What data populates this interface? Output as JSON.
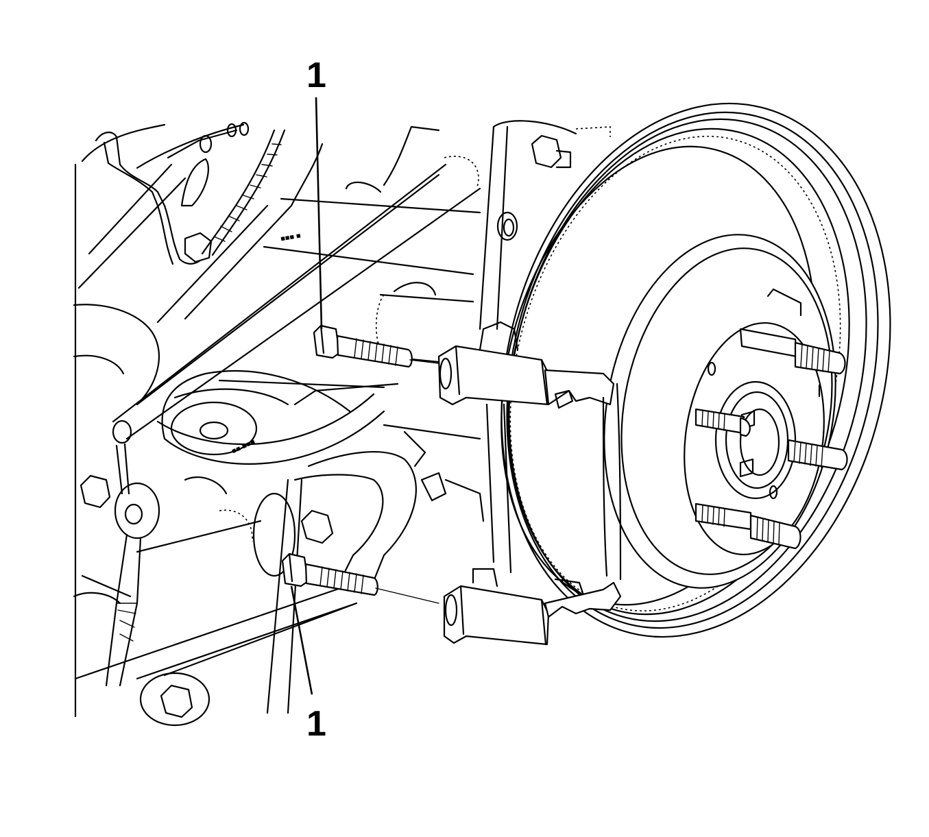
{
  "callouts": [
    {
      "label": "1",
      "target": "upper-caliper-bracket-bolt"
    },
    {
      "label": "1",
      "target": "lower-caliper-bracket-bolt"
    }
  ],
  "colors": {
    "line": "#000000",
    "background": "#ffffff"
  }
}
